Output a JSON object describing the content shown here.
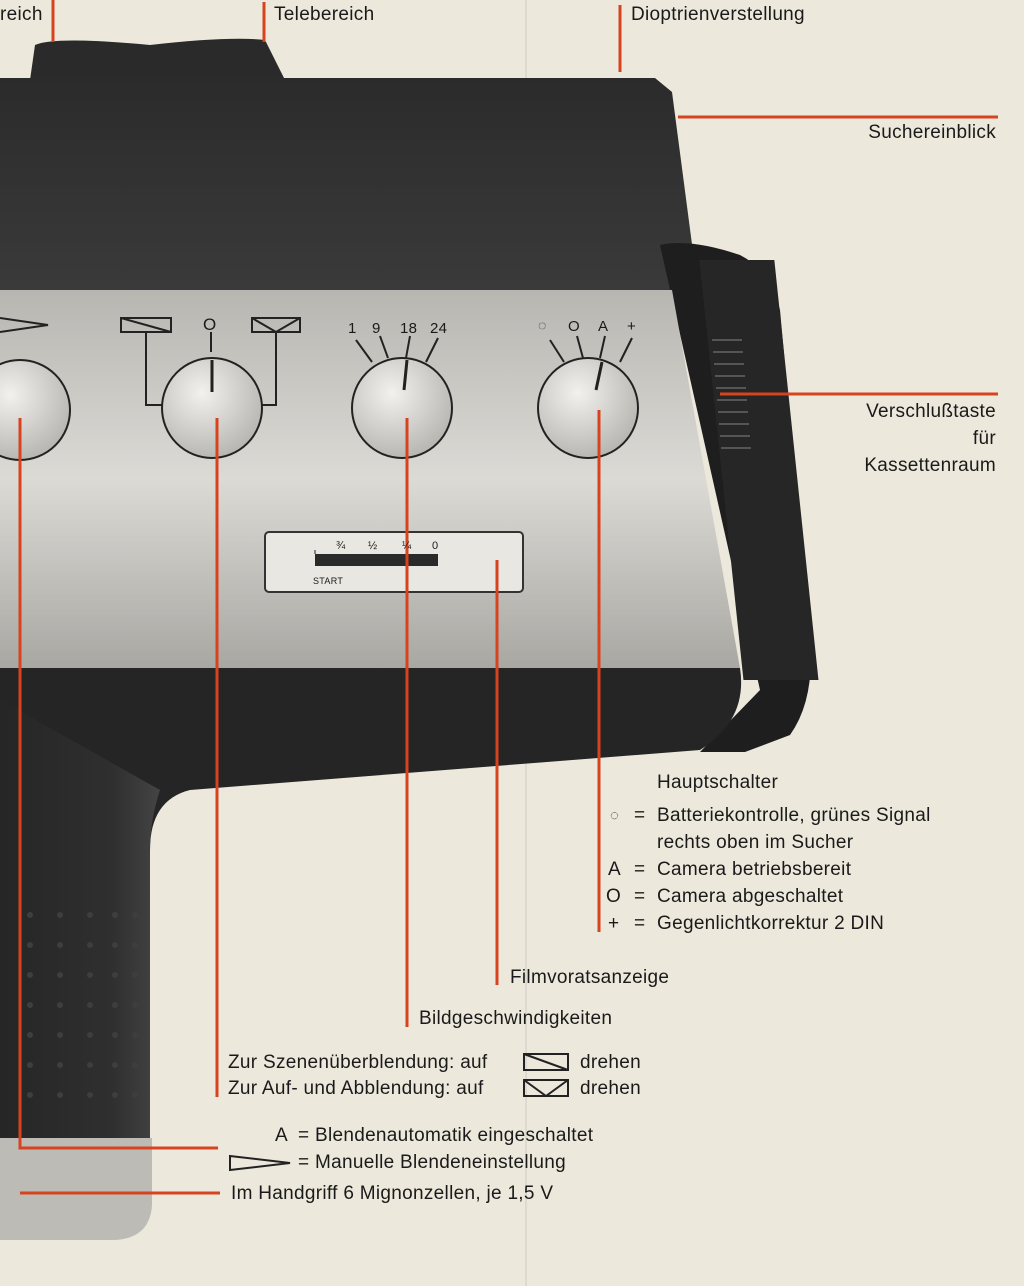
{
  "labels": {
    "weitbereich": "reich",
    "telebereich": "Telebereich",
    "dioptrien": "Dioptrienverstellung",
    "suchereinblick": "Suchereinblick",
    "verschluss_1": "Verschlußtaste",
    "verschluss_2": "für",
    "verschluss_3": "Kassettenraum",
    "hauptschalter": "Hauptschalter",
    "batterie_sym": "◌",
    "batterie_eq": "=",
    "batterie_1": "Batteriekontrolle, grünes Signal",
    "batterie_2": "rechts oben im Sucher",
    "a_sym": "A",
    "a_eq": "=",
    "a_text": "Camera betriebsbereit",
    "o_sym": "O",
    "o_eq": "=",
    "o_text": "Camera abgeschaltet",
    "plus_sym": "+",
    "plus_eq": "=",
    "plus_text": "Gegenlichtkorrektur 2 DIN",
    "filmvorrat": "Filmvoratsanzeige",
    "bildgeschw": "Bildgeschwindigkeiten",
    "szene_1": "Zur Szenenüberblendung: auf",
    "szene_1b": "drehen",
    "szene_2": "Zur Auf- und Abblendung: auf",
    "szene_2b": "drehen",
    "blende_a_sym": "A",
    "blende_a": "=  Blendenautomatik eingeschaltet",
    "blende_m": "=  Manuelle Blendeneinstellung",
    "handgriff": "Im Handgriff 6 Mignonzellen, je 1,5 V"
  },
  "camera": {
    "speed_dial": [
      "1",
      "9",
      "18",
      "24"
    ],
    "fade_dial_center": "O",
    "main_dial_o": "O",
    "main_dial_a": "A",
    "main_dial_plus": "+",
    "film_scale": [
      "¾",
      "½",
      "¼",
      "0"
    ],
    "film_start": "START"
  },
  "colors": {
    "leader": "#d8431f",
    "paper": "#ece8dc",
    "body": "#2a2a2a",
    "panel": "#c9c7c2"
  }
}
